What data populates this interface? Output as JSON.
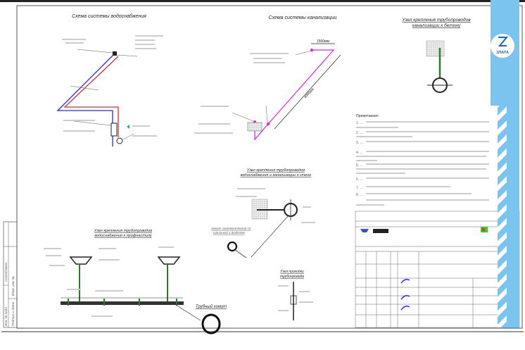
{
  "titles": {
    "water": "Схема системы водоснабжения",
    "sewer": "Схема системы канализации",
    "concrete_node_1": "Узел крепления трубопроводов",
    "concrete_node_2": "канализации к бетону",
    "wall_node_1": "Узел крепления трубопроводов",
    "wall_node_2": "водоснабжения и канализации к стене",
    "deck_node_1": "Узел крепления трубопроводов",
    "deck_node_2": "водоснабжения к профнастилу",
    "pass_node_1": "Узел проходки",
    "pass_node_2": "трубопровода",
    "clamp": "Трубный хомут",
    "wall_clamp_1": "Хомут сантехнический со",
    "wall_clamp_2": "шпилькой и дюбелем"
  },
  "dimensions": {
    "top": "1500мм",
    "diag": "4000мм"
  },
  "notes": {
    "heading": "Примечания:",
    "lines": [
      "1. ...",
      "2. ...",
      "3. ...",
      "4. ...",
      "5. ...",
      "6. ...",
      "7. ...",
      "8. ..."
    ]
  },
  "stamp": {
    "agreed": "Согласовано",
    "inv_orig": "Инв. № подл.",
    "sign_date": "Подпись и дата",
    "repl_inv": "Взам. инв. №"
  },
  "logo": {
    "text": "ЗЛАТА"
  },
  "colors": {
    "cold": "#2b2bd6",
    "hot": "#d63030",
    "sewer": "#e020e0",
    "rod": "#2a7a2a",
    "stripe": "#7cc4f0"
  }
}
